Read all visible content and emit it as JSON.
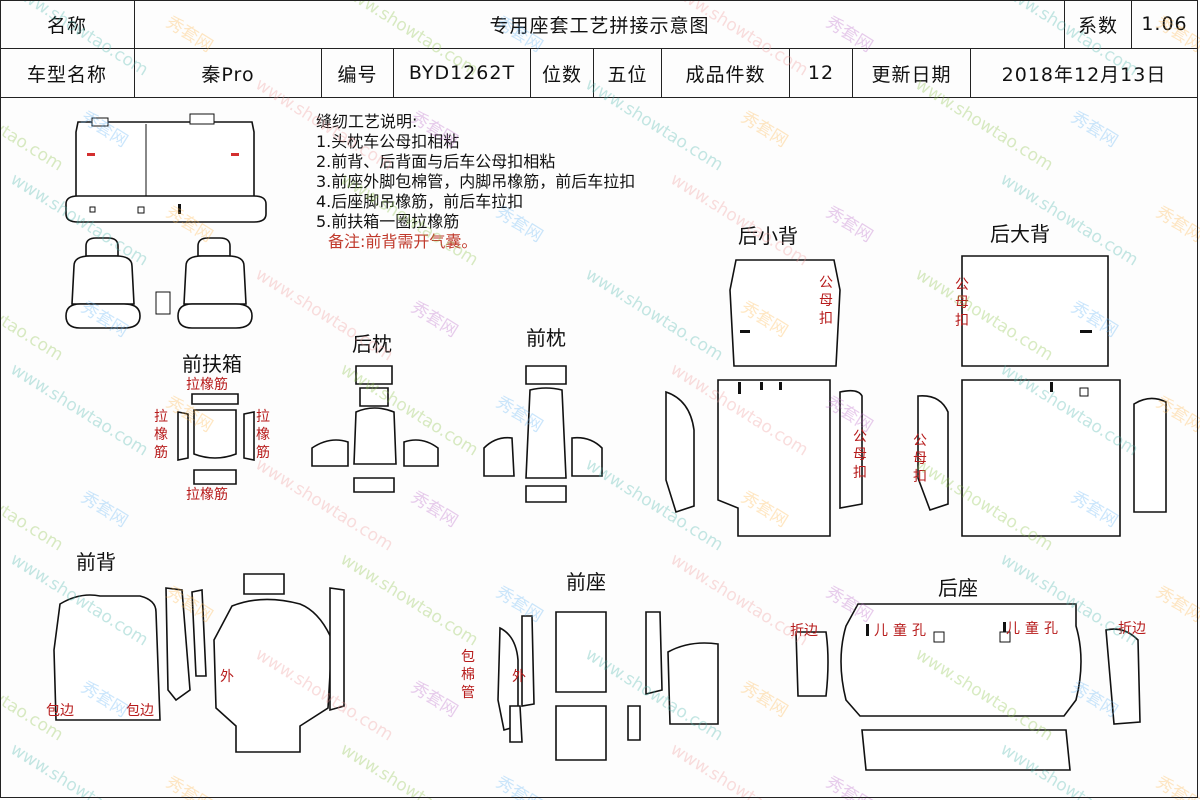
{
  "header": {
    "name_label": "名称",
    "title": "专用座套工艺拼接示意图",
    "coefficient_label": "系数",
    "coefficient_value": "1.06",
    "model_label": "车型名称",
    "model_value": "秦Pro",
    "code_label": "编号",
    "code_value": "BYD1262T",
    "seats_label": "位数",
    "seats_value": "五位",
    "pieces_label": "成品件数",
    "pieces_value": "12",
    "update_label": "更新日期",
    "update_value": "2018年12月13日"
  },
  "notes": {
    "heading": "缝纫工艺说明:",
    "items": [
      "1.头枕车公母扣相粘",
      "2.前背、后背面与后车公母扣相粘",
      "3.前座外脚包棉管，内脚吊橡筋，前后车拉扣",
      "4.后座脚吊橡筋，前后车拉扣",
      "5.前扶箱一圈拉橡筋"
    ],
    "remark": "备注:前背需开气囊。"
  },
  "sections": {
    "front_armrest": "前扶箱",
    "rear_headrest": "后枕",
    "front_headrest": "前枕",
    "rear_small_back": "后小背",
    "rear_big_back": "后大背",
    "front_back": "前背",
    "front_seat": "前座",
    "rear_seat": "后座"
  },
  "annotations": {
    "pull_elastic": "拉橡筋",
    "snap": "公母扣",
    "hem": "包边",
    "outer": "外",
    "foam_tube": "包棉管",
    "fold_edge": "折边",
    "child_hole": "儿童孔"
  },
  "watermark": {
    "site": "www.showtao.com",
    "brand": "秀套网"
  },
  "colors": {
    "annotation": "#b71c1c",
    "remark": "#c0392b",
    "line": "#111111"
  }
}
